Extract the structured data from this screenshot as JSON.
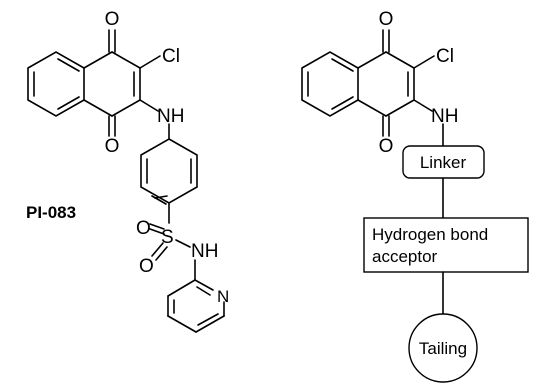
{
  "left_structure": {
    "compound_label": "PI-083",
    "atoms": {
      "carbonyl_top": "O",
      "carbonyl_bottom": "O",
      "chlorine": "Cl",
      "amine": "NH",
      "sulfonyl_O1": "O",
      "sulfonyl_S": "S",
      "sulfonyl_O2": "O",
      "sulfonamide_NH": "NH",
      "pyridine_N": "N"
    }
  },
  "right_structure": {
    "atoms": {
      "carbonyl_top": "O",
      "carbonyl_bottom": "O",
      "chlorine": "Cl",
      "amine": "NH"
    },
    "linker_label": "Linker",
    "hba_label_line1": "Hydrogen bond",
    "hba_label_line2": "acceptor",
    "tailing_label": "Tailing"
  }
}
